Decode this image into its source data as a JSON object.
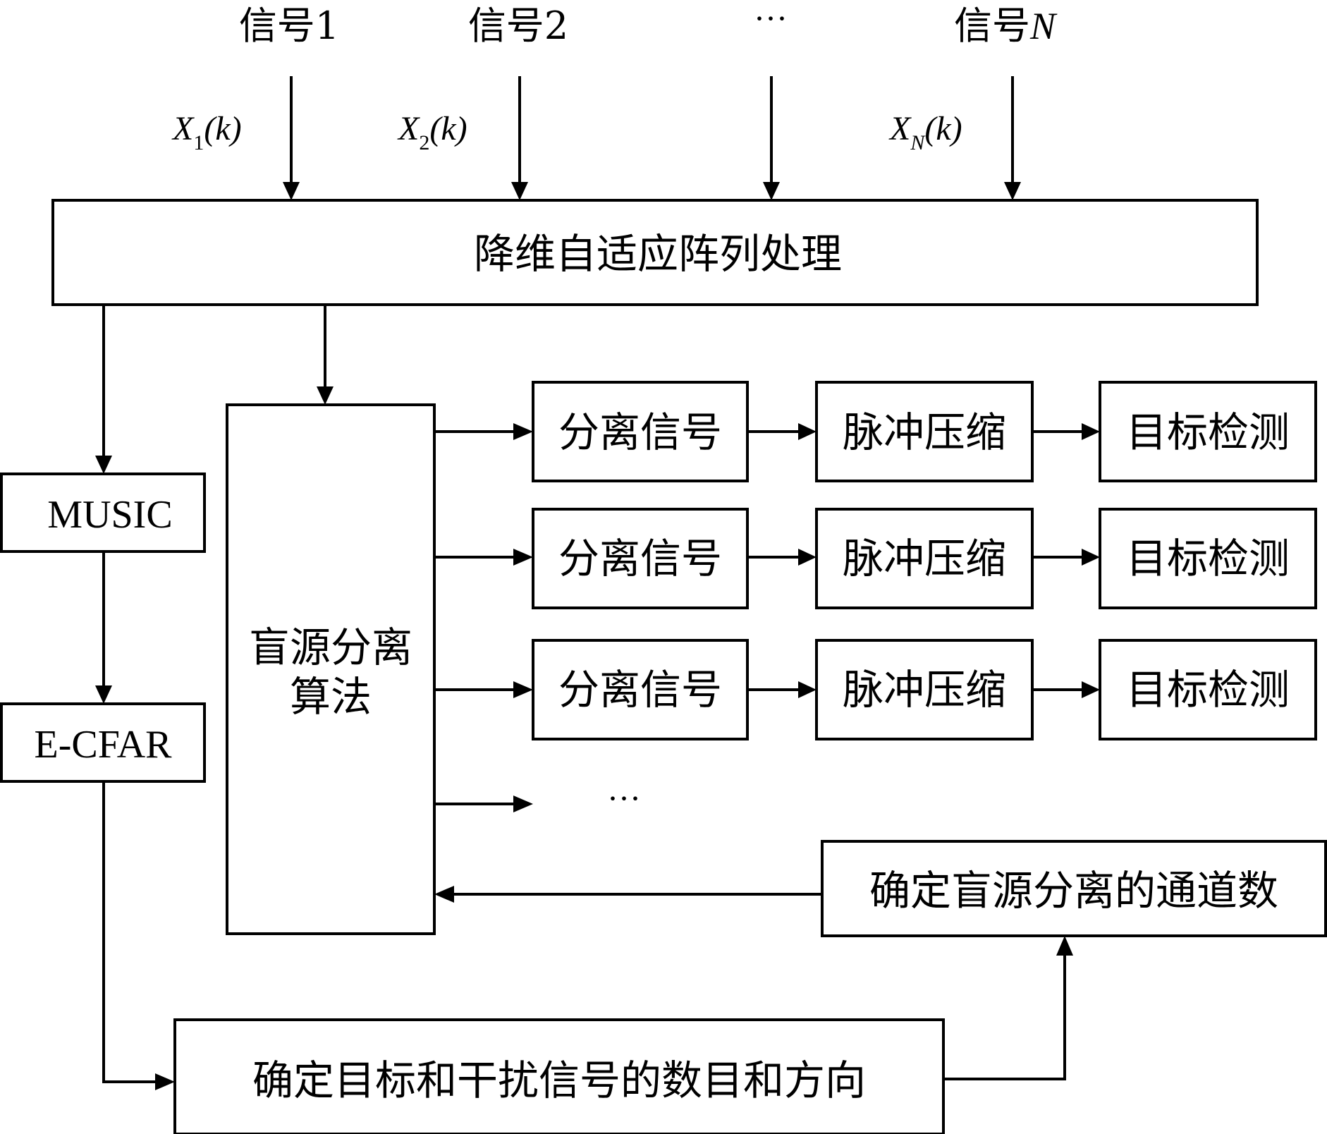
{
  "inputs": [
    {
      "label": "信号1",
      "var": "X",
      "sub": "1",
      "arg": "(k)"
    },
    {
      "label": "信号2",
      "var": "X",
      "sub": "2",
      "arg": "(k)"
    },
    {
      "label": "···"
    },
    {
      "label_prefix": "信号",
      "label_italic": "N",
      "var": "X",
      "sub": "N",
      "arg": "(k)"
    }
  ],
  "nodes": {
    "array_processing": "降维自适应阵列处理",
    "music": "MUSIC",
    "ecfar": "E-CFAR",
    "bss_line1": "盲源分离",
    "bss_line2": "算法",
    "separated_signal": "分离信号",
    "pulse_compression": "脉冲压缩",
    "target_detection": "目标检测",
    "determine_channels": "确定盲源分离的通道数",
    "determine_targets": "确定目标和干扰信号的数目和方向",
    "ellipsis": "···"
  },
  "branch_count_drawn": 3
}
